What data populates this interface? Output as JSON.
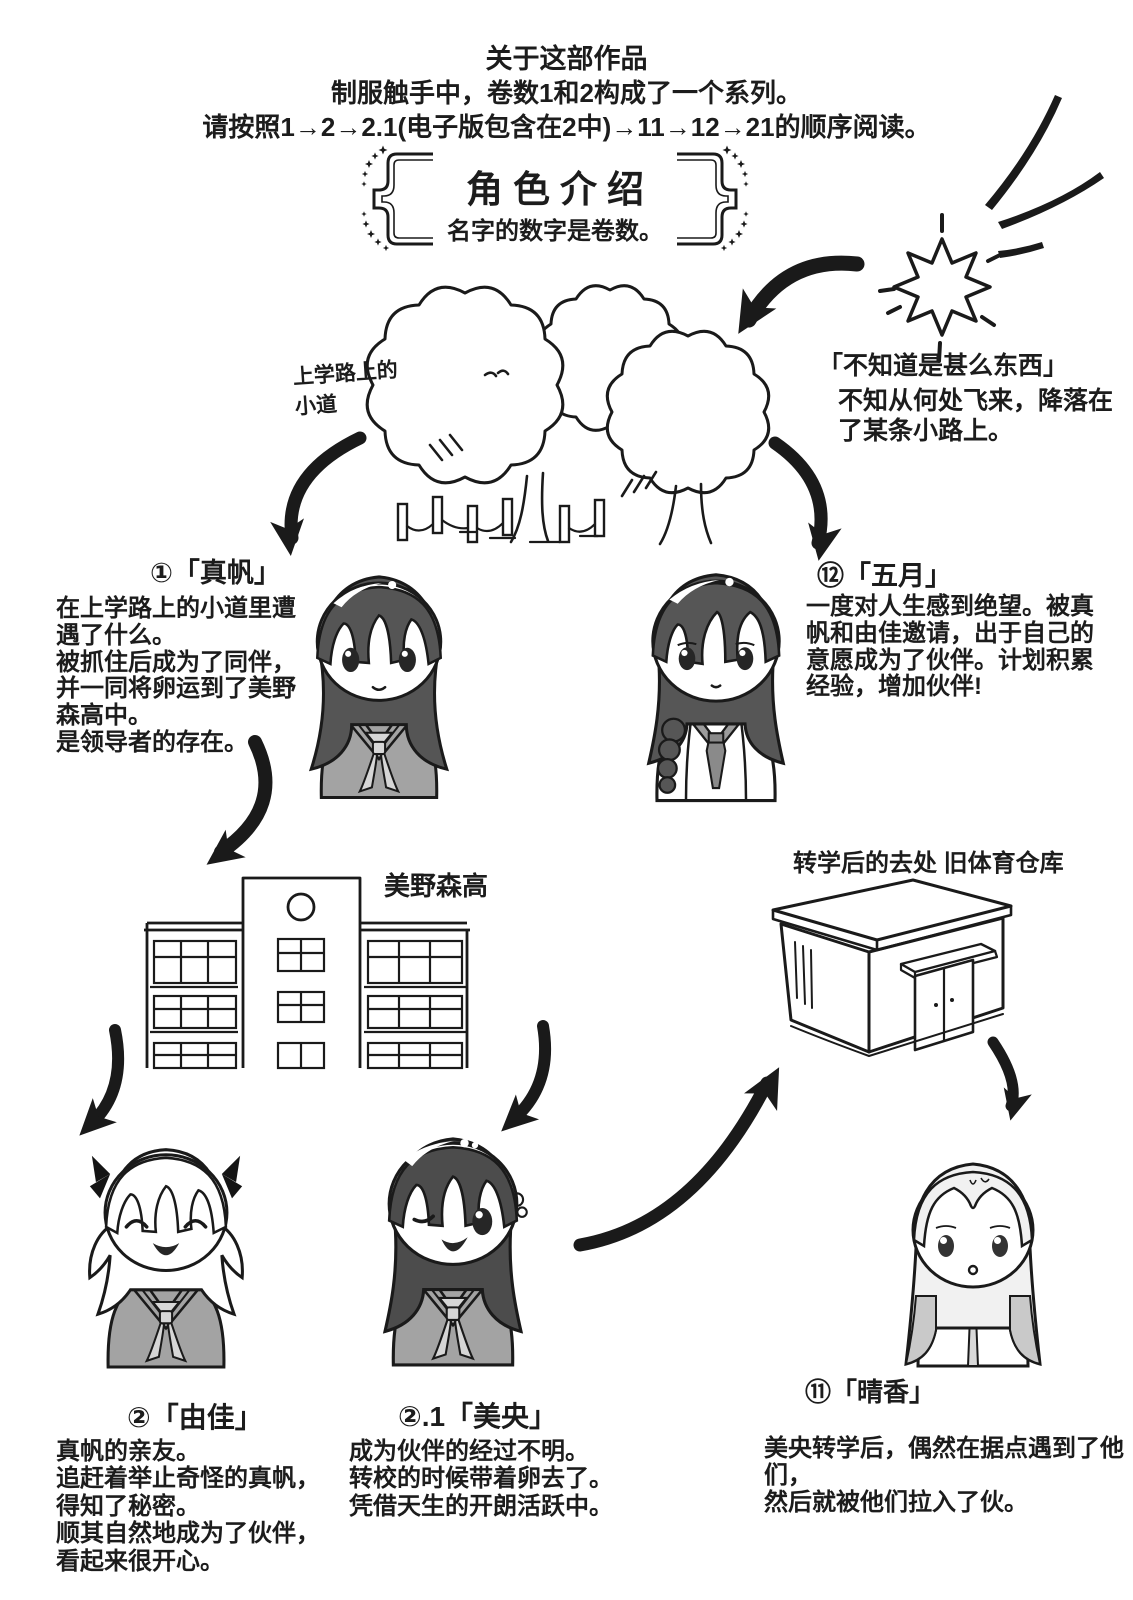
{
  "intro": {
    "line1": "关于这部作品",
    "line2": "制服触手中，卷数1和2构成了一个系列。",
    "line3": "请按照1→2→2.1(电子版包含在2中)→11→12→21的顺序阅读。"
  },
  "banner": {
    "title": "角色介绍",
    "subtitle": "名字的数字是卷数。"
  },
  "scene": {
    "path_label_line1": "上学路上的",
    "path_label_line2": "小道",
    "unknown_quote": "「不知道是甚么东西」",
    "unknown_line1": "不知从何处飞来，降落在",
    "unknown_line2": "了某条小路上。",
    "school_label": "美野森高",
    "shed_label": "转学后的去处 旧体育仓库"
  },
  "characters": [
    {
      "id": "maho",
      "label": "①「真帆」",
      "desc": [
        "在上学路上的小道里遭",
        "遇了什么。",
        "被抓住后成为了同伴，",
        "并一同将卵运到了美野",
        "森高中。",
        "是领导者的存在。"
      ]
    },
    {
      "id": "satsuki",
      "label": "⑫「五月」",
      "desc": [
        "一度对人生感到绝望。被真",
        "帆和由佳邀请，出于自己的",
        "意愿成为了伙伴。计划积累",
        "经验，增加伙伴!"
      ]
    },
    {
      "id": "yuka",
      "label": "②「由佳」",
      "desc": [
        "真帆的亲友。",
        "追赶着举止奇怪的真帆，",
        "得知了秘密。",
        "顺其自然地成为了伙伴，",
        "看起来很开心。"
      ]
    },
    {
      "id": "mio",
      "label": "②.1「美央」",
      "desc": [
        "成为伙伴的经过不明。",
        "转校的时候带着卵去了。",
        "凭借天生的开朗活跃中。"
      ]
    },
    {
      "id": "haruka",
      "label": "⑪「晴香」",
      "desc": [
        "美央转学后，偶然在据点遇到了他",
        "们，",
        "然后就被他们拉入了伙。"
      ]
    }
  ],
  "colors": {
    "ink": "#1a1a1a",
    "paper": "#ffffff",
    "uniform_gray": "#a3a3a3",
    "kerchief_gray": "#d6d6d6",
    "hair_dark": "#555555"
  }
}
